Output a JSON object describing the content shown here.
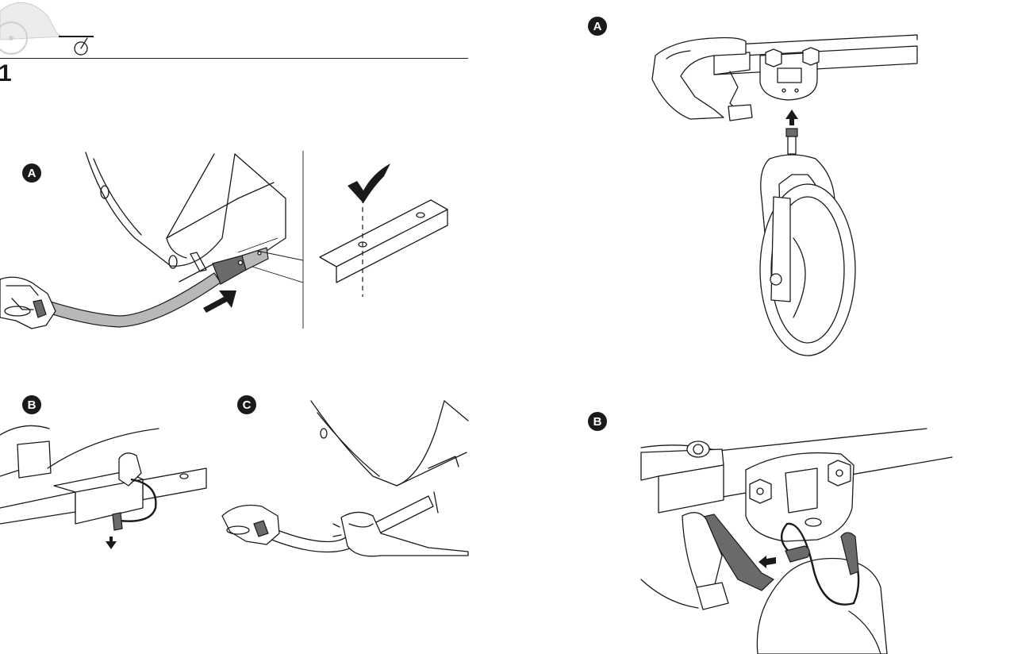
{
  "page": {
    "step_number": "1",
    "left_panels": [
      {
        "badge": "A"
      },
      {
        "badge": "B"
      },
      {
        "badge": "C"
      }
    ],
    "right_panels": [
      {
        "badge": "A"
      },
      {
        "badge": "B"
      }
    ]
  },
  "colors": {
    "ink": "#1a1a1a",
    "part_grey": "#b8b8b8",
    "dark_grey": "#6a6a6a",
    "paper": "#ffffff"
  },
  "icons": [
    "stroller-icon",
    "wheel-icon",
    "checkmark-icon",
    "arrow-icon"
  ]
}
